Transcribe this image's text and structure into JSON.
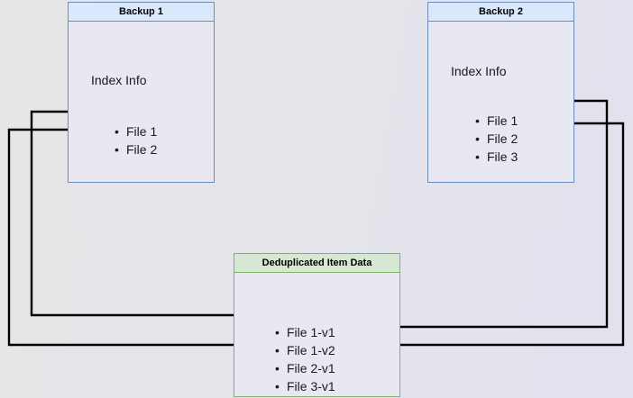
{
  "diagram": {
    "title_hidden": "Backup deduplication index mapping",
    "background_color": "#e4e4ee",
    "colors": {
      "blue_border": "#6c8ebf",
      "blue_header_fill": "#dae8fc",
      "green_border": "#82b366",
      "green_header_fill": "#d5e8d4",
      "box_body_fill": "#e8e8f3",
      "edge_color": "#000000"
    },
    "nodes": [
      {
        "id": "backup1",
        "header": "Backup 1",
        "subtitle": "Index Info",
        "items": [
          "File 1",
          "File 2"
        ]
      },
      {
        "id": "backup2",
        "header": "Backup 2",
        "subtitle": "Index Info",
        "items": [
          "File 1",
          "File 2",
          "File 3"
        ]
      },
      {
        "id": "dedup",
        "header": "Deduplicated Item Data",
        "subtitle": "",
        "items": [
          "File 1-v1",
          "File 1-v2",
          "File 2-v1",
          "File 3-v1"
        ]
      }
    ],
    "edges": [
      {
        "from": "backup1.File 1",
        "to": "dedup.File 1-v1",
        "side": "left"
      },
      {
        "from": "backup1.File 2",
        "to": "dedup.File 2-v1",
        "side": "left"
      },
      {
        "from": "backup2.File 1",
        "to": "dedup.File 1-v2",
        "side": "right"
      },
      {
        "from": "backup2.File 2",
        "to": "dedup.File 2-v1",
        "side": "right"
      }
    ]
  }
}
